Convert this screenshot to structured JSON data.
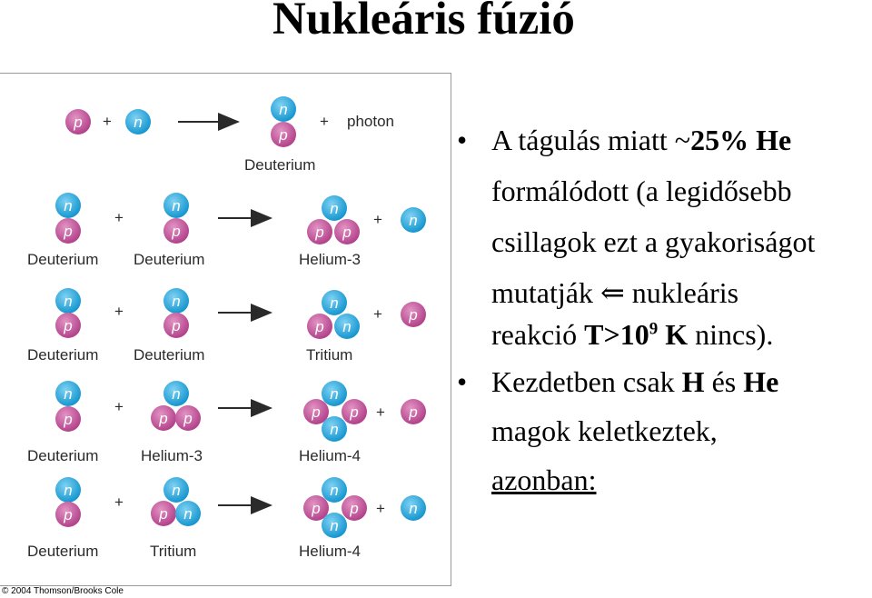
{
  "title": "Nukleáris fúzió",
  "diagram": {
    "row1": {
      "left": [
        "p",
        "n"
      ],
      "product": [
        "n",
        "p"
      ],
      "photon": "photon",
      "product_label": "Deuterium"
    },
    "row2": {
      "labels": [
        "Deuterium",
        "Deuterium",
        "Helium-3"
      ]
    },
    "row3": {
      "labels": [
        "Deuterium",
        "Deuterium",
        "Tritium"
      ]
    },
    "row4": {
      "labels": [
        "Deuterium",
        "Helium-3",
        "Helium-4"
      ]
    },
    "row5": {
      "labels": [
        "Deuterium",
        "Tritium",
        "Helium-4"
      ]
    },
    "plus": "+",
    "particle_p": "p",
    "particle_n": "n",
    "credit": "© 2004 Thomson/Brooks Cole",
    "colors": {
      "proton": "#c2549a",
      "neutron": "#1ba2d6"
    }
  },
  "bullets": {
    "b1": {
      "l1a": "A tágulás miatt ~",
      "l1b": "25% He",
      "l2": "formálódott (a legidősebb",
      "l3": "csillagok ezt a gyakoriságot",
      "l4a": "mutatják ",
      "l4arrow": "⇐",
      "l4b": " nukleáris",
      "l5a": "reakció ",
      "l5b": "T>10",
      "l5sup": "9",
      "l5c": " K",
      "l5d": " nincs)."
    },
    "b2": {
      "l1a": "Kezdetben csak ",
      "l1b": "H",
      "l1c": " és ",
      "l1d": "He",
      "l2": "magok keletkeztek,",
      "l3": "azonban:"
    },
    "bullet_char": "•"
  }
}
